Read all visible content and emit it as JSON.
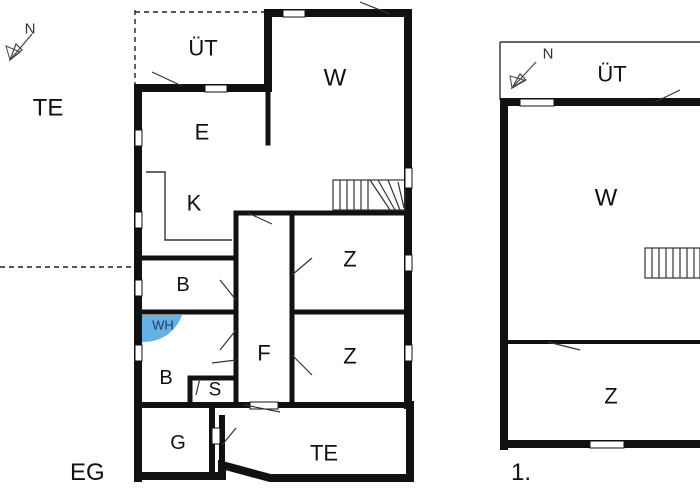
{
  "floors": [
    {
      "label": "EG",
      "rooms": {
        "terrace_west": "TE",
        "outside_top": "ÜT",
        "living": "W",
        "dining": "E",
        "kitchen": "K",
        "bath_upper": "B",
        "water_heater": "WH",
        "bath_lower": "B",
        "storage": "S",
        "hallway": "F",
        "bedroom_upper": "Z",
        "bedroom_lower": "Z",
        "garage": "G",
        "terrace_south": "TE"
      }
    },
    {
      "label": "1.",
      "rooms": {
        "outside_top": "ÜT",
        "living": "W",
        "bedroom": "Z"
      }
    }
  ],
  "compass": {
    "letter": "N"
  },
  "colors": {
    "wall": "#111111",
    "water_heater": "#4aa3e0",
    "window": "#ffffff"
  }
}
